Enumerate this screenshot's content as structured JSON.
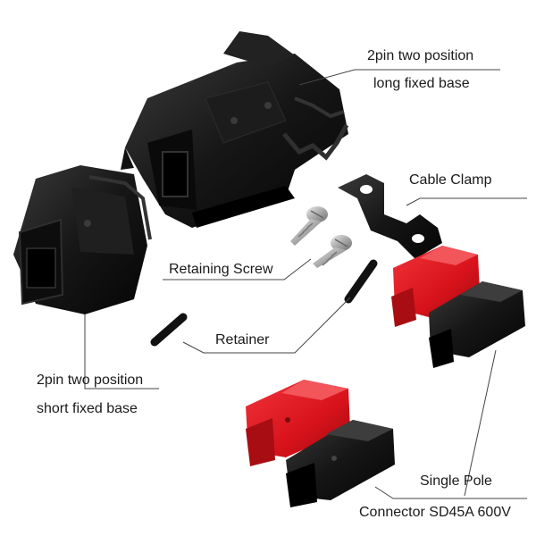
{
  "labels": {
    "long_base": {
      "line1": "2pin two position",
      "line2": "long fixed base"
    },
    "cable_clamp": "Cable Clamp",
    "retaining_screw": "Retaining Screw",
    "retainer": "Retainer",
    "short_base": {
      "line1": "2pin two position",
      "line2": "short fixed base"
    },
    "single_pole": {
      "line1": "Single Pole",
      "line2": "Connector SD45A 600V"
    }
  },
  "colors": {
    "housing_black": "#141414",
    "housing_red": "#d8121b",
    "leader_line": "#444444",
    "screw_silver": "#b9b9b9"
  }
}
